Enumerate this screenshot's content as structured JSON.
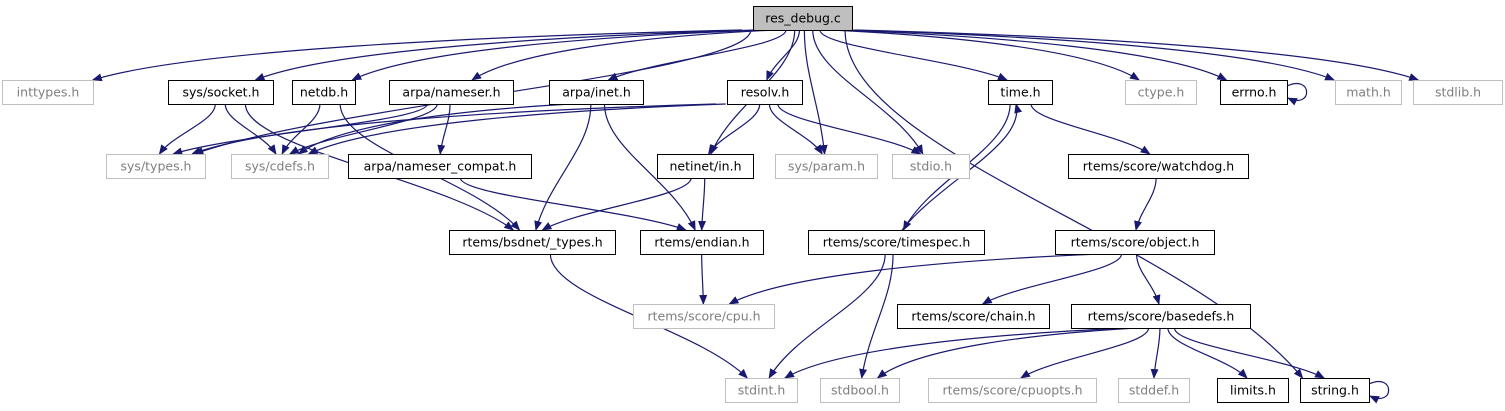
{
  "colors": {
    "edge": "#191970",
    "documented_border": "#000000",
    "undocumented_border": "#bfbfbf",
    "undocumented_text": "#7f7f7f",
    "root_fill": "#bfbfbf"
  },
  "root": "res_debug.c",
  "nodes": [
    {
      "id": "res_debug",
      "label": "res_debug.c",
      "style": "root"
    },
    {
      "id": "inttypes",
      "label": "inttypes.h",
      "style": "gray"
    },
    {
      "id": "sys_socket",
      "label": "sys/socket.h",
      "style": "normal"
    },
    {
      "id": "netdb",
      "label": "netdb.h",
      "style": "normal"
    },
    {
      "id": "arpa_nameser",
      "label": "arpa/nameser.h",
      "style": "normal"
    },
    {
      "id": "arpa_inet",
      "label": "arpa/inet.h",
      "style": "normal"
    },
    {
      "id": "resolv",
      "label": "resolv.h",
      "style": "normal"
    },
    {
      "id": "time_h",
      "label": "time.h",
      "style": "normal"
    },
    {
      "id": "ctype",
      "label": "ctype.h",
      "style": "gray"
    },
    {
      "id": "errno",
      "label": "errno.h",
      "style": "normal"
    },
    {
      "id": "math",
      "label": "math.h",
      "style": "gray"
    },
    {
      "id": "stdlib",
      "label": "stdlib.h",
      "style": "gray"
    },
    {
      "id": "sys_types",
      "label": "sys/types.h",
      "style": "gray"
    },
    {
      "id": "sys_cdefs",
      "label": "sys/cdefs.h",
      "style": "gray"
    },
    {
      "id": "nameser_compat",
      "label": "arpa/nameser_compat.h",
      "style": "normal"
    },
    {
      "id": "netinet_in",
      "label": "netinet/in.h",
      "style": "normal"
    },
    {
      "id": "sys_param",
      "label": "sys/param.h",
      "style": "gray"
    },
    {
      "id": "stdio",
      "label": "stdio.h",
      "style": "gray"
    },
    {
      "id": "watchdog",
      "label": "rtems/score/watchdog.h",
      "style": "normal"
    },
    {
      "id": "bsdnet_types",
      "label": "rtems/bsdnet/_types.h",
      "style": "normal"
    },
    {
      "id": "endian",
      "label": "rtems/endian.h",
      "style": "normal"
    },
    {
      "id": "timespec",
      "label": "rtems/score/timespec.h",
      "style": "normal"
    },
    {
      "id": "object",
      "label": "rtems/score/object.h",
      "style": "normal"
    },
    {
      "id": "cpu",
      "label": "rtems/score/cpu.h",
      "style": "gray"
    },
    {
      "id": "chain",
      "label": "rtems/score/chain.h",
      "style": "normal"
    },
    {
      "id": "basedefs",
      "label": "rtems/score/basedefs.h",
      "style": "normal"
    },
    {
      "id": "stdint",
      "label": "stdint.h",
      "style": "gray"
    },
    {
      "id": "stdbool",
      "label": "stdbool.h",
      "style": "gray"
    },
    {
      "id": "cpuopts",
      "label": "rtems/score/cpuopts.h",
      "style": "gray"
    },
    {
      "id": "stddef",
      "label": "stddef.h",
      "style": "gray"
    },
    {
      "id": "limits",
      "label": "limits.h",
      "style": "normal"
    },
    {
      "id": "string",
      "label": "string.h",
      "style": "normal"
    }
  ],
  "edges": [
    {
      "from": "res_debug",
      "to": "inttypes"
    },
    {
      "from": "res_debug",
      "to": "sys_socket"
    },
    {
      "from": "res_debug",
      "to": "netdb"
    },
    {
      "from": "res_debug",
      "to": "arpa_nameser"
    },
    {
      "from": "res_debug",
      "to": "arpa_inet"
    },
    {
      "from": "res_debug",
      "to": "resolv"
    },
    {
      "from": "res_debug",
      "to": "time_h"
    },
    {
      "from": "res_debug",
      "to": "ctype"
    },
    {
      "from": "res_debug",
      "to": "errno"
    },
    {
      "from": "res_debug",
      "to": "math"
    },
    {
      "from": "res_debug",
      "to": "stdlib"
    },
    {
      "from": "res_debug",
      "to": "sys_types"
    },
    {
      "from": "res_debug",
      "to": "netinet_in"
    },
    {
      "from": "res_debug",
      "to": "sys_param"
    },
    {
      "from": "res_debug",
      "to": "stdio"
    },
    {
      "from": "res_debug",
      "to": "string"
    },
    {
      "from": "sys_socket",
      "to": "sys_types"
    },
    {
      "from": "sys_socket",
      "to": "sys_cdefs"
    },
    {
      "from": "sys_socket",
      "to": "bsdnet_types"
    },
    {
      "from": "netdb",
      "to": "sys_cdefs"
    },
    {
      "from": "netdb",
      "to": "bsdnet_types"
    },
    {
      "from": "arpa_nameser",
      "to": "sys_types"
    },
    {
      "from": "arpa_nameser",
      "to": "sys_cdefs"
    },
    {
      "from": "arpa_nameser",
      "to": "nameser_compat"
    },
    {
      "from": "arpa_inet",
      "to": "sys_cdefs"
    },
    {
      "from": "arpa_inet",
      "to": "bsdnet_types"
    },
    {
      "from": "arpa_inet",
      "to": "endian"
    },
    {
      "from": "resolv",
      "to": "sys_types"
    },
    {
      "from": "resolv",
      "to": "sys_cdefs"
    },
    {
      "from": "resolv",
      "to": "netinet_in"
    },
    {
      "from": "resolv",
      "to": "sys_param"
    },
    {
      "from": "resolv",
      "to": "stdio"
    },
    {
      "from": "nameser_compat",
      "to": "endian"
    },
    {
      "from": "netinet_in",
      "to": "bsdnet_types"
    },
    {
      "from": "netinet_in",
      "to": "endian"
    },
    {
      "from": "errno",
      "to": "errno"
    },
    {
      "from": "time_h",
      "to": "timespec"
    },
    {
      "from": "time_h",
      "to": "watchdog"
    },
    {
      "from": "timespec",
      "to": "time_h"
    },
    {
      "from": "timespec",
      "to": "stdint"
    },
    {
      "from": "timespec",
      "to": "stdbool"
    },
    {
      "from": "watchdog",
      "to": "object"
    },
    {
      "from": "object",
      "to": "cpu"
    },
    {
      "from": "object",
      "to": "chain"
    },
    {
      "from": "object",
      "to": "basedefs"
    },
    {
      "from": "endian",
      "to": "cpu"
    },
    {
      "from": "bsdnet_types",
      "to": "stdint"
    },
    {
      "from": "basedefs",
      "to": "stdint"
    },
    {
      "from": "basedefs",
      "to": "stdbool"
    },
    {
      "from": "basedefs",
      "to": "cpuopts"
    },
    {
      "from": "basedefs",
      "to": "stddef"
    },
    {
      "from": "basedefs",
      "to": "limits"
    },
    {
      "from": "basedefs",
      "to": "string"
    },
    {
      "from": "string",
      "to": "string"
    }
  ]
}
